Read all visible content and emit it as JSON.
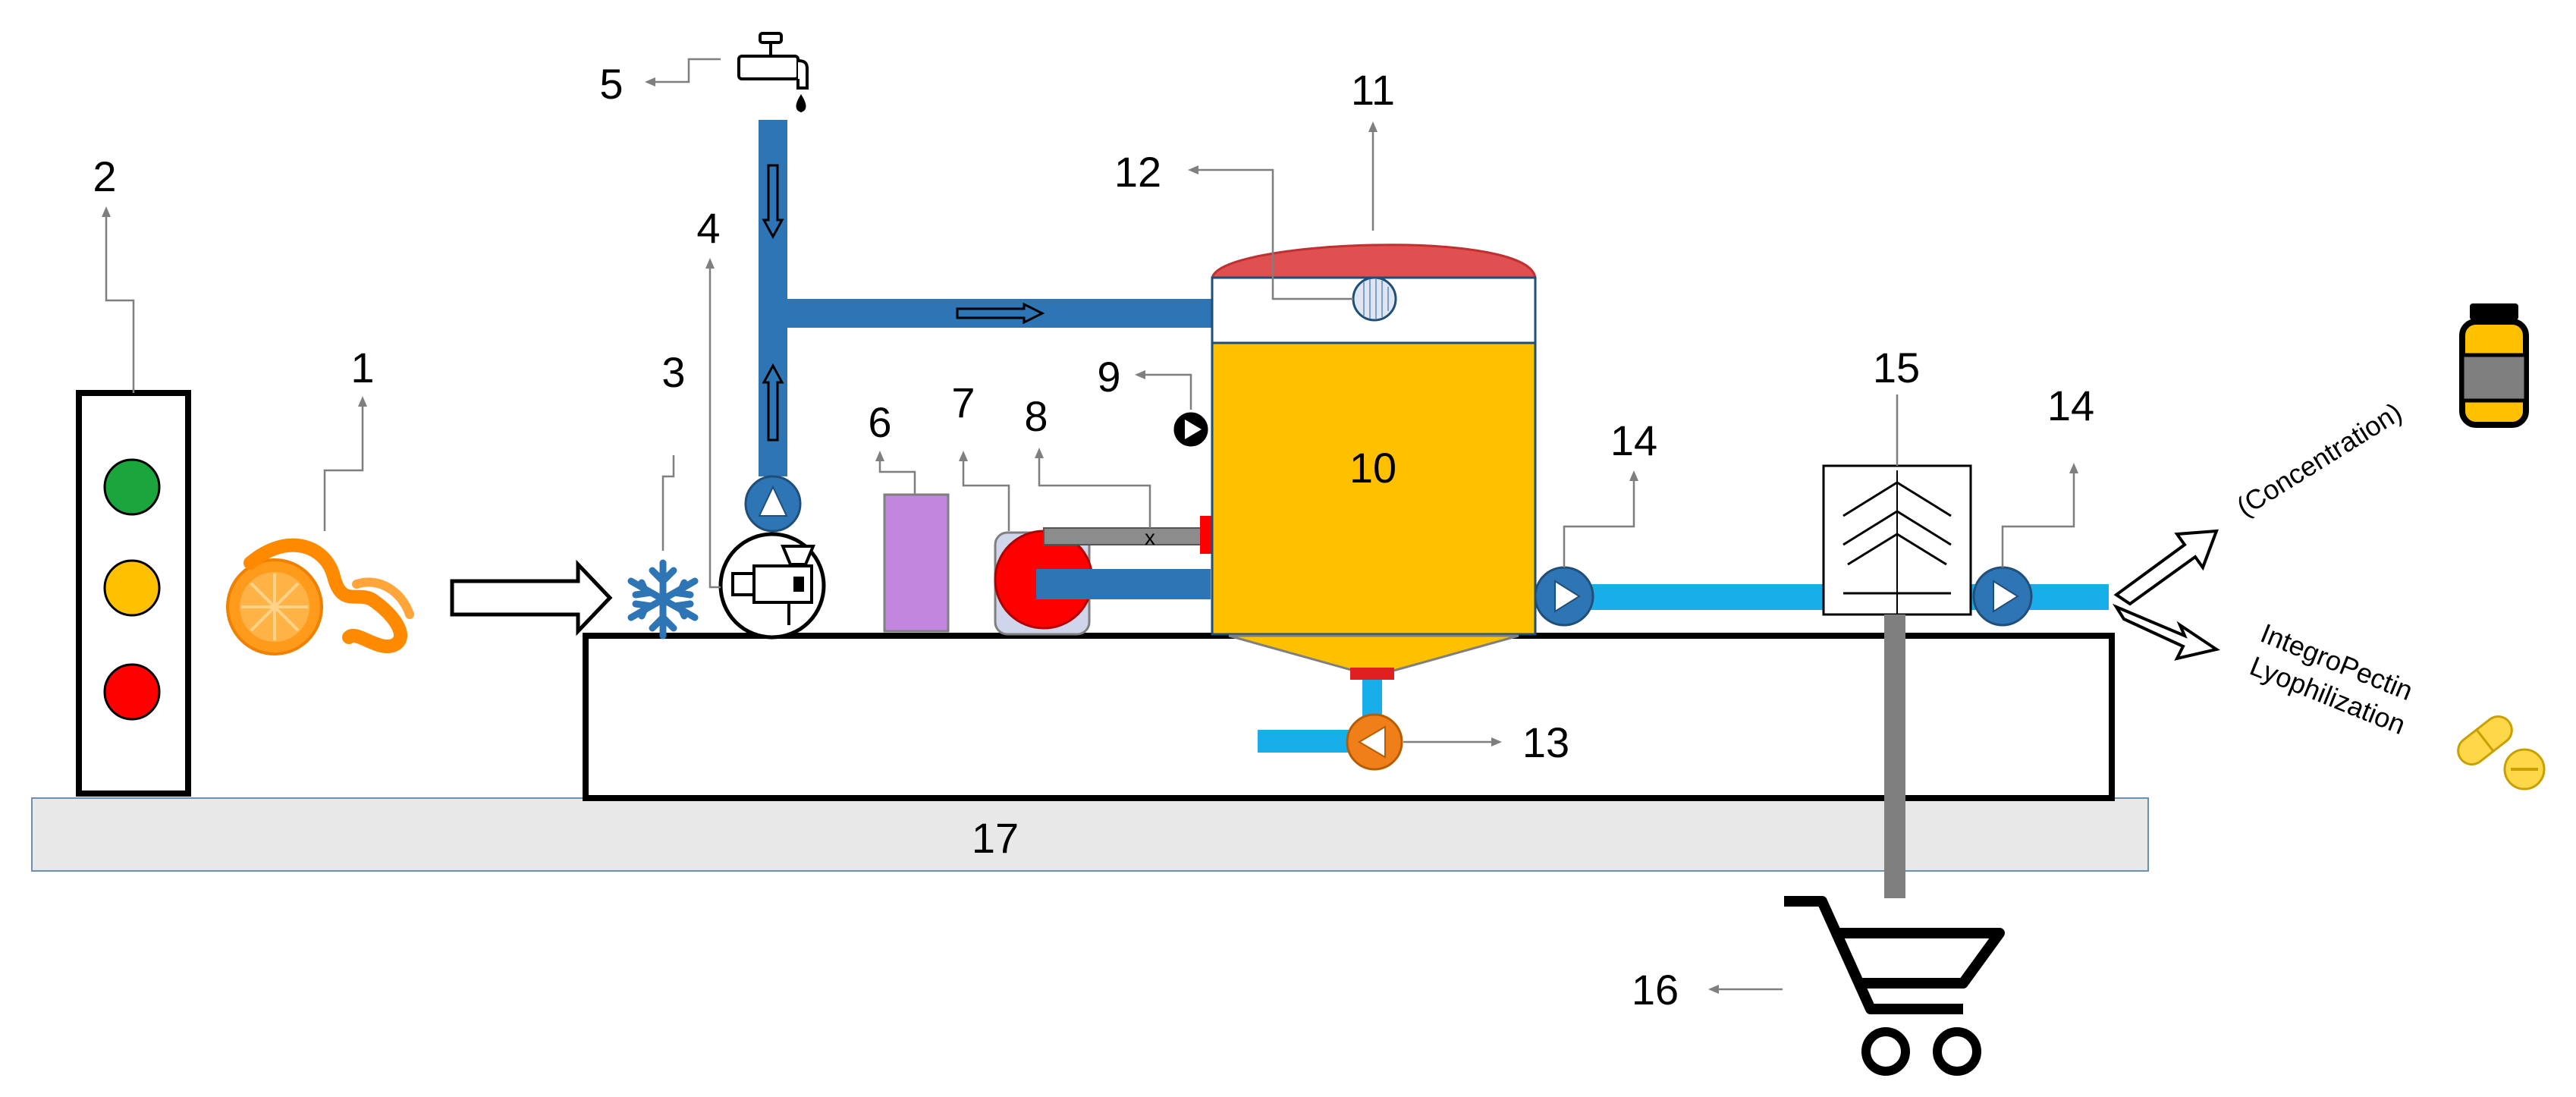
{
  "callouts": {
    "c1": "1",
    "c2": "2",
    "c3": "3",
    "c4": "4",
    "c5": "5",
    "c6": "6",
    "c7": "7",
    "c8": "8",
    "c9": "9",
    "c10": "10",
    "c11": "11",
    "c12": "12",
    "c13": "13",
    "c14a": "14",
    "c14b": "14",
    "c15": "15",
    "c16": "16",
    "c17": "17"
  },
  "outputs": {
    "concentration": "(Concentration)",
    "lyophilization_line1": "IntegroPectin",
    "lyophilization_line2": "Lyophilization"
  },
  "valve_mark": "x",
  "colors": {
    "pipe_dark_blue": "#2e75b6",
    "pipe_light_blue": "#17aee9",
    "tank_orange": "#ffc000",
    "tank_lid_red": "#e05050",
    "purple_box": "#c285e0",
    "red_disc": "#ff0000",
    "floor_grey": "#e8e8e8",
    "pump_orange": "#f07f1a",
    "snowflake_blue": "#2e75b6"
  },
  "icons": [
    "traffic-light-icon",
    "orange-peel-icon",
    "snowflake-icon",
    "grinder-icon",
    "water-tap-icon",
    "pump-icon",
    "filter-icon",
    "shopping-cart-icon",
    "bottle-icon",
    "capsule-icon"
  ]
}
